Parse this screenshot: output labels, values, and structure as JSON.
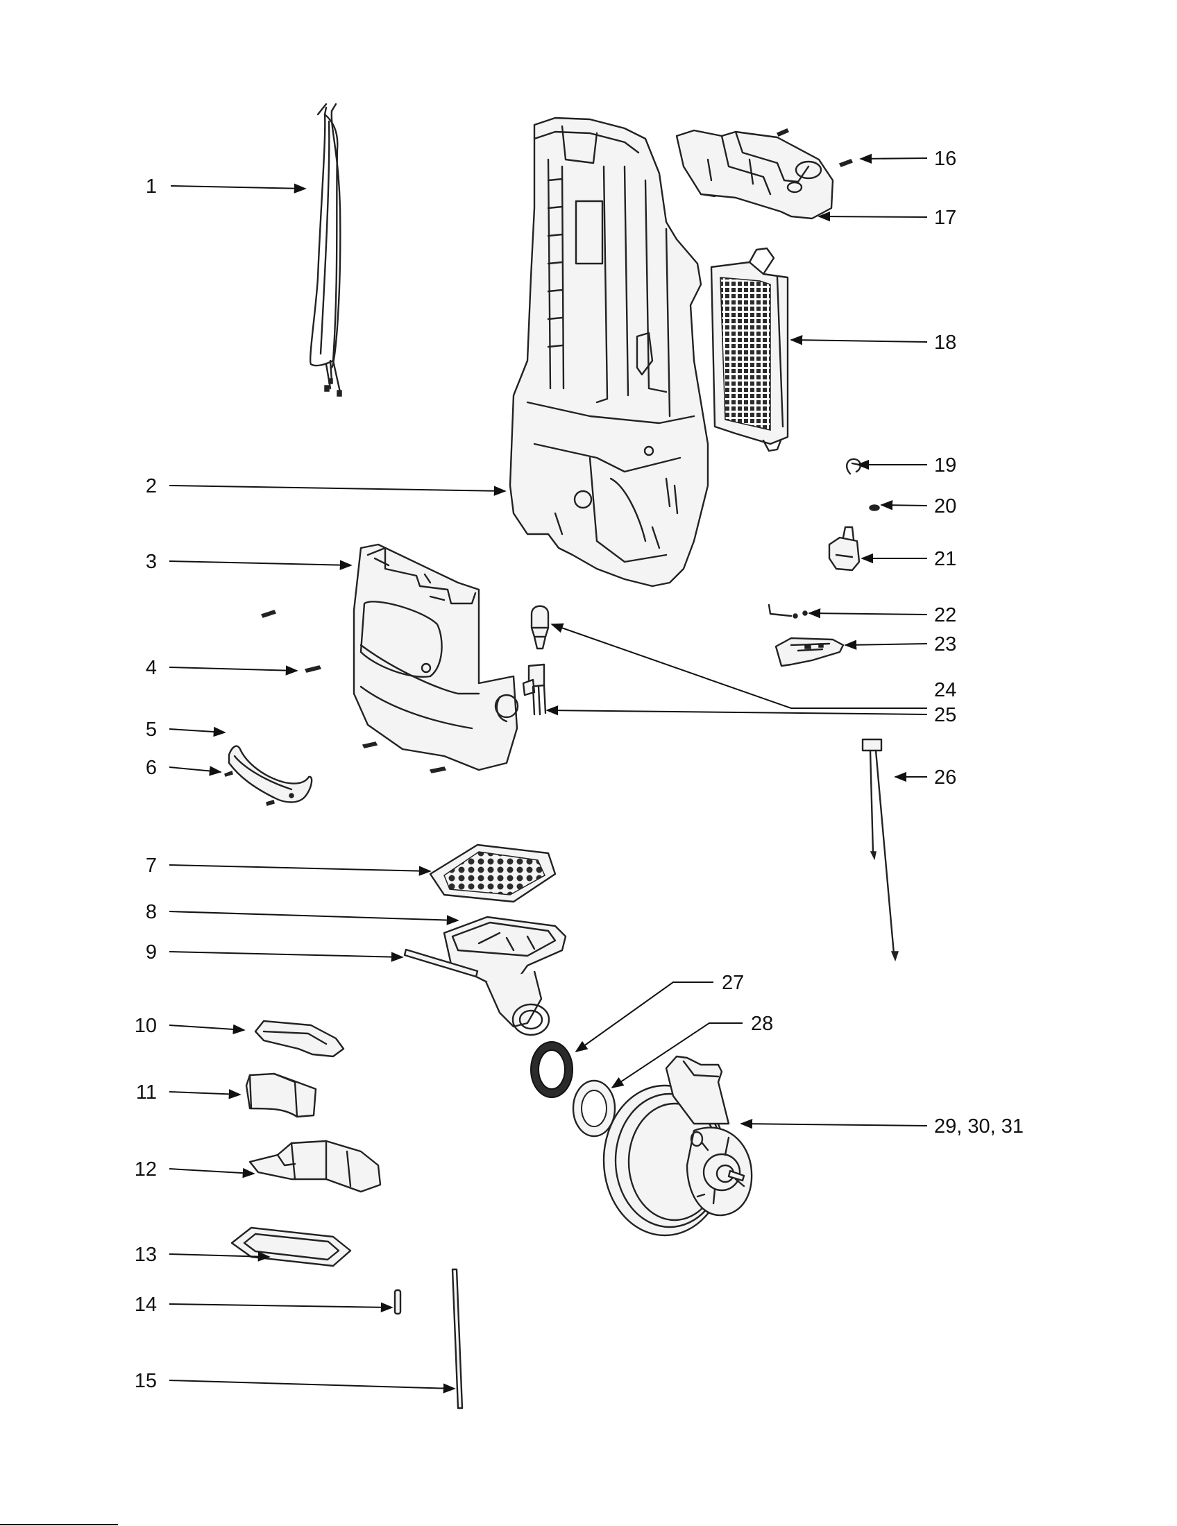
{
  "callouts": [
    {
      "id": "c1",
      "label": "1"
    },
    {
      "id": "c2",
      "label": "2"
    },
    {
      "id": "c3",
      "label": "3"
    },
    {
      "id": "c4",
      "label": "4"
    },
    {
      "id": "c5",
      "label": "5"
    },
    {
      "id": "c6",
      "label": "6"
    },
    {
      "id": "c7",
      "label": "7"
    },
    {
      "id": "c8",
      "label": "8"
    },
    {
      "id": "c9",
      "label": "9"
    },
    {
      "id": "c10",
      "label": "10"
    },
    {
      "id": "c11",
      "label": "11"
    },
    {
      "id": "c12",
      "label": "12"
    },
    {
      "id": "c13",
      "label": "13"
    },
    {
      "id": "c14",
      "label": "14"
    },
    {
      "id": "c15",
      "label": "15"
    },
    {
      "id": "c16",
      "label": "16"
    },
    {
      "id": "c17",
      "label": "17"
    },
    {
      "id": "c18",
      "label": "18"
    },
    {
      "id": "c19",
      "label": "19"
    },
    {
      "id": "c20",
      "label": "20"
    },
    {
      "id": "c21",
      "label": "21"
    },
    {
      "id": "c22",
      "label": "22"
    },
    {
      "id": "c23",
      "label": "23"
    },
    {
      "id": "c24",
      "label": "24"
    },
    {
      "id": "c25",
      "label": "25"
    },
    {
      "id": "c26",
      "label": "26"
    },
    {
      "id": "c27",
      "label": "27"
    },
    {
      "id": "c28",
      "label": "28"
    },
    {
      "id": "c29",
      "label": "29, 30, 31"
    }
  ]
}
